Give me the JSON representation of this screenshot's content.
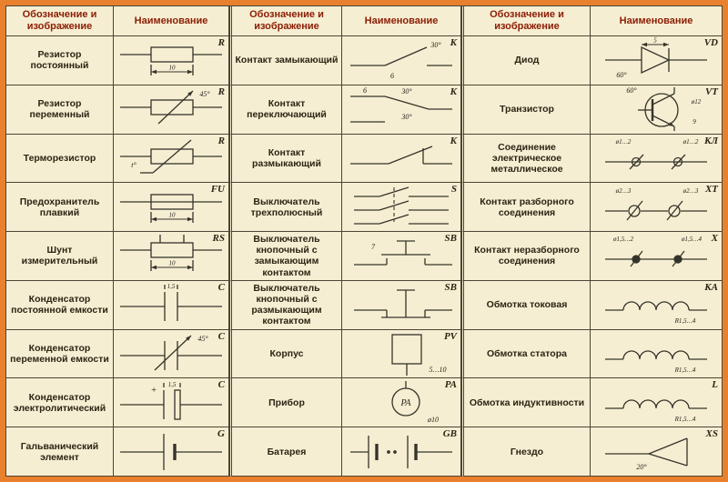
{
  "palette": {
    "frame": "#e8802e",
    "paper": "#f6eed2",
    "grid_line": "#4c4535",
    "header_text": "#8b1d04",
    "body_text": "#2c2414",
    "symbol_stroke": "#35342b"
  },
  "table": {
    "header_left": "Обозначение и изображение",
    "header_right": "Наименование",
    "groups": [
      {
        "rows": [
          {
            "name": "Резистор постоянный",
            "code": "R",
            "glyph": "resistor_fixed",
            "dims": [
              "10"
            ]
          },
          {
            "name": "Резистор переменный",
            "code": "R",
            "glyph": "resistor_var",
            "dims": [
              "45°"
            ]
          },
          {
            "name": "Терморезистор",
            "code": "R",
            "glyph": "thermistor",
            "dims": [
              "t°"
            ]
          },
          {
            "name": "Предохранитель плавкий",
            "code": "FU",
            "glyph": "fuse",
            "dims": [
              "10"
            ]
          },
          {
            "name": "Шунт измерительный",
            "code": "RS",
            "glyph": "shunt",
            "dims": [
              "10"
            ]
          },
          {
            "name": "Конденсатор постоянной емкости",
            "code": "C",
            "glyph": "cap_fixed",
            "dims": [
              "1,5"
            ]
          },
          {
            "name": "Конденсатор переменной емкости",
            "code": "C",
            "glyph": "cap_var",
            "dims": [
              "45°"
            ]
          },
          {
            "name": "Конденсатор электролитический",
            "code": "C",
            "glyph": "cap_elec",
            "dims": [
              "1,5",
              "+"
            ]
          },
          {
            "name": "Гальванический элемент",
            "code": "G",
            "glyph": "galvanic",
            "dims": []
          }
        ]
      },
      {
        "rows": [
          {
            "name": "Контакт замыкающий",
            "code": "K",
            "glyph": "contact_close",
            "dims": [
              "30°",
              "6"
            ]
          },
          {
            "name": "Контакт переключающий",
            "code": "K",
            "glyph": "contact_change",
            "dims": [
              "6",
              "30°",
              "30°"
            ]
          },
          {
            "name": "Контакт размыкающий",
            "code": "K",
            "glyph": "contact_open",
            "dims": []
          },
          {
            "name": "Выключатель трехполюсный",
            "code": "S",
            "glyph": "switch3",
            "dims": []
          },
          {
            "name": "Выключатель кнопочный с замыкающим контактом",
            "code": "SB",
            "glyph": "push_close",
            "dims": [
              "7"
            ]
          },
          {
            "name": "Выключатель кнопочный с размыкающим контактом",
            "code": "SB",
            "glyph": "push_open",
            "dims": []
          },
          {
            "name": "Корпус",
            "code": "PV",
            "glyph": "korpus",
            "dims": [
              "5…10"
            ]
          },
          {
            "name": "Прибор",
            "code": "PA",
            "glyph": "pribor",
            "dims": [
              "PA",
              "ø10"
            ]
          },
          {
            "name": "Батарея",
            "code": "GB",
            "glyph": "battery",
            "dims": []
          }
        ]
      },
      {
        "rows": [
          {
            "name": "Диод",
            "code": "VD",
            "glyph": "diode",
            "dims": [
              "60°",
              "5"
            ]
          },
          {
            "name": "Транзистор",
            "code": "VT",
            "glyph": "transistor",
            "dims": [
              "60°",
              "ø12",
              "9"
            ]
          },
          {
            "name": "Соединение электрическое металлическое",
            "code": "КЛ",
            "glyph": "conn_metal",
            "dims": [
              "ø1…2",
              "ø1…2"
            ]
          },
          {
            "name": "Контакт разборного соединения",
            "code": "XT",
            "glyph": "conn_detach",
            "dims": [
              "ø2…3",
              "ø2…3"
            ]
          },
          {
            "name": "Контакт неразборного соединения",
            "code": "X",
            "glyph": "conn_fixed",
            "dims": [
              "ø1,5…2",
              "ø1,5…4"
            ]
          },
          {
            "name": "Обмотка токовая",
            "code": "КА",
            "glyph": "coil",
            "dims": [
              "R1,5…4"
            ]
          },
          {
            "name": "Обмотка статора",
            "code": "",
            "glyph": "coil",
            "dims": [
              "R1,5…4"
            ]
          },
          {
            "name": "Обмотка индуктивности",
            "code": "L",
            "glyph": "coil",
            "dims": [
              "R1,5…4"
            ]
          },
          {
            "name": "Гнездо",
            "code": "XS",
            "glyph": "socket",
            "dims": [
              "20°"
            ]
          }
        ]
      }
    ]
  }
}
